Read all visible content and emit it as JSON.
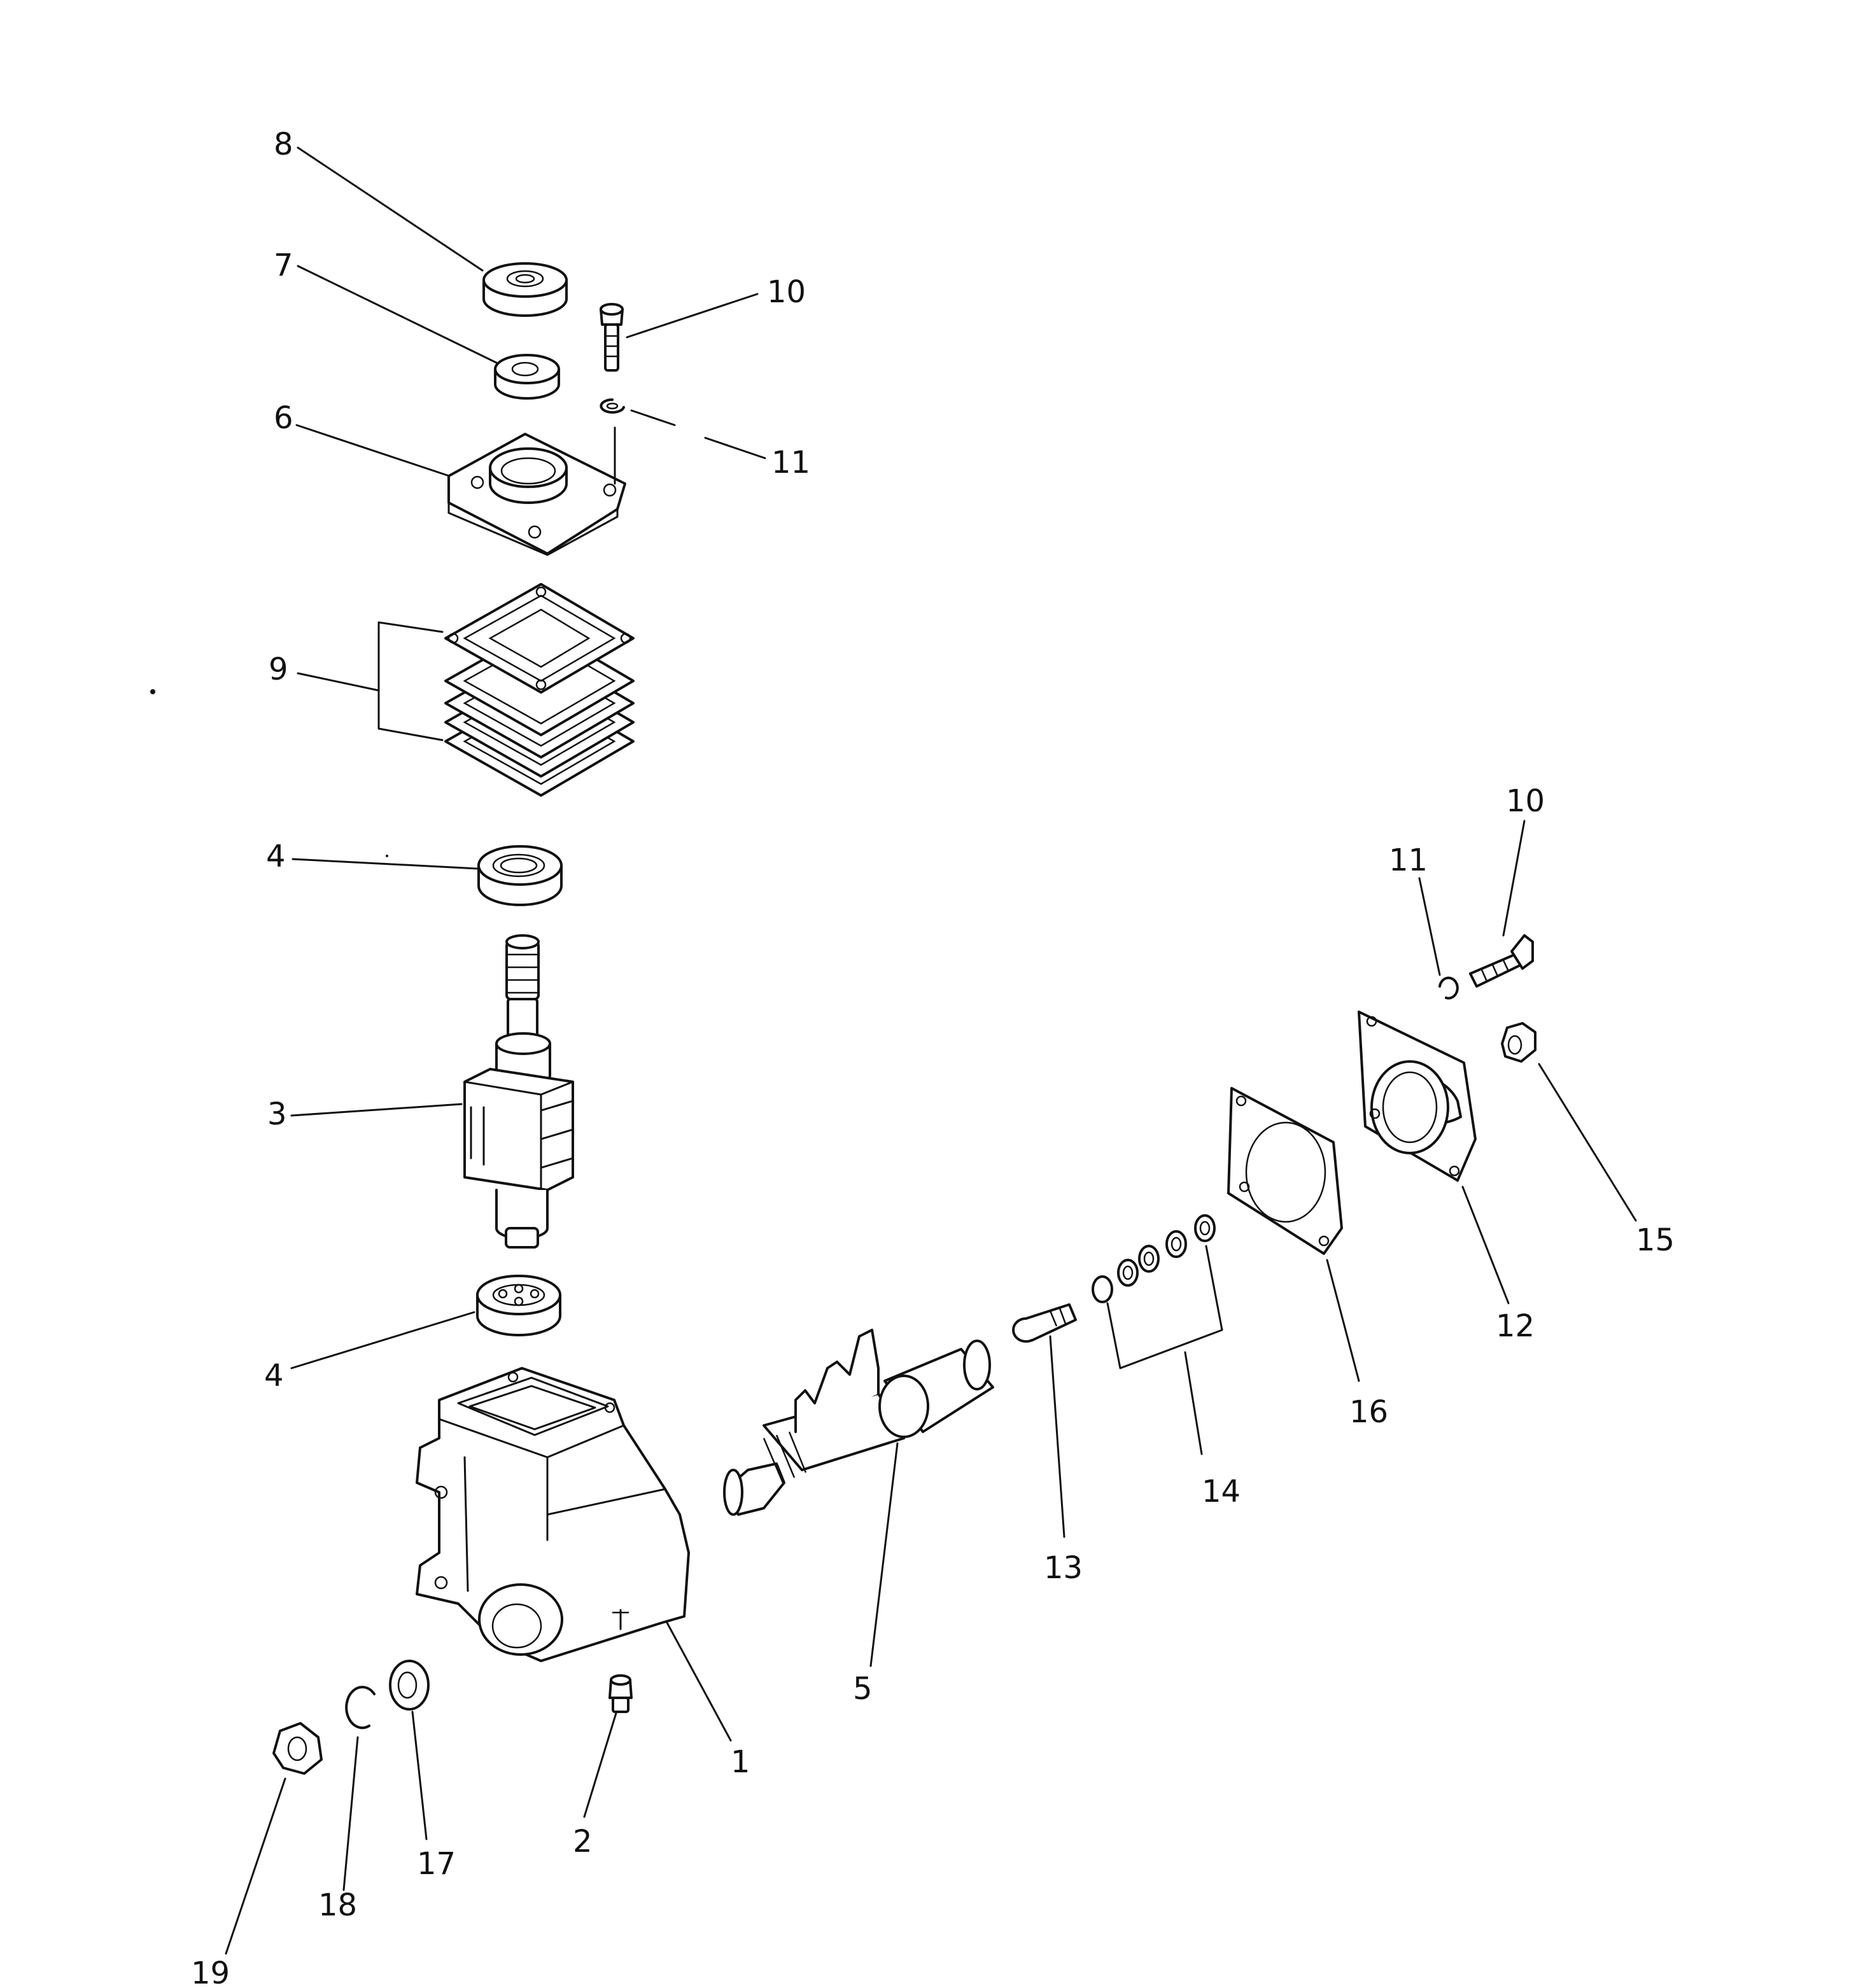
{
  "callouts": [
    {
      "id": "c8",
      "label": "8"
    },
    {
      "id": "c7",
      "label": "7"
    },
    {
      "id": "c10a",
      "label": "10"
    },
    {
      "id": "c6",
      "label": "6"
    },
    {
      "id": "c11a",
      "label": "11"
    },
    {
      "id": "c9",
      "label": "9"
    },
    {
      "id": "c4a",
      "label": "4"
    },
    {
      "id": "c3",
      "label": "3"
    },
    {
      "id": "c4b",
      "label": "4"
    },
    {
      "id": "c1",
      "label": "1"
    },
    {
      "id": "c2",
      "label": "2"
    },
    {
      "id": "c5",
      "label": "5"
    },
    {
      "id": "c13",
      "label": "13"
    },
    {
      "id": "c14",
      "label": "14"
    },
    {
      "id": "c16",
      "label": "16"
    },
    {
      "id": "c12",
      "label": "12"
    },
    {
      "id": "c15",
      "label": "15"
    },
    {
      "id": "c11b",
      "label": "11"
    },
    {
      "id": "c10b",
      "label": "10"
    },
    {
      "id": "c17",
      "label": "17"
    },
    {
      "id": "c18",
      "label": "18"
    },
    {
      "id": "c19",
      "label": "19"
    }
  ]
}
